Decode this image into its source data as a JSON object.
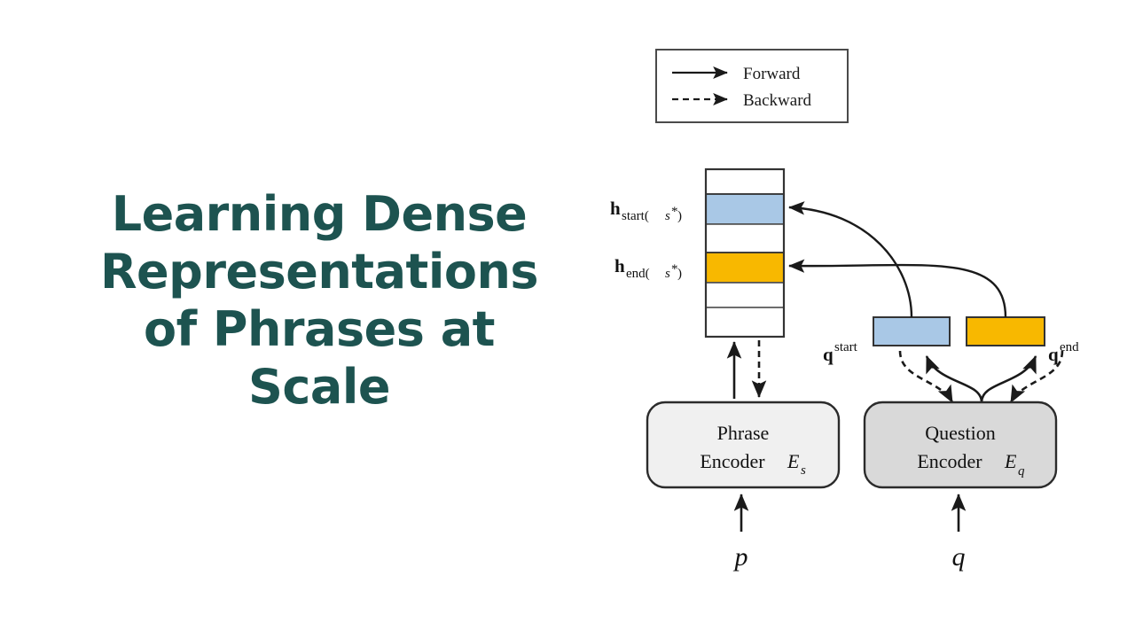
{
  "slide": {
    "title": "Learning Dense\nRepresentations\nof Phrases at\nScale",
    "title_color": "#1d5350",
    "background_color": "#ffffff"
  },
  "figure": {
    "legend": {
      "items": [
        {
          "label": "Forward",
          "style": "solid",
          "icon": "arrow-right-icon"
        },
        {
          "label": "Backward",
          "style": "dashed",
          "icon": "arrow-right-dashed-icon"
        }
      ]
    },
    "phrase_column": {
      "rows": [
        {
          "fill": "#ffffff",
          "label": ""
        },
        {
          "fill": "#a9c8e6",
          "label": "h_start"
        },
        {
          "fill": "#ffffff",
          "label": ""
        },
        {
          "fill": "#f8b800",
          "label": "h_end"
        },
        {
          "fill": "#ffffff",
          "label": ""
        },
        {
          "fill": "#ffffff",
          "label": ""
        }
      ],
      "labels": {
        "start_main": "h",
        "start_sub_pre": "start(",
        "start_sub_var": "s",
        "start_sub_star": "*",
        "start_sub_post": ")",
        "end_main": "h",
        "end_sub_pre": "end(",
        "end_sub_var": "s",
        "end_sub_star": "*",
        "end_sub_post": ")"
      }
    },
    "question_vectors": [
      {
        "name": "q_start",
        "main": "q",
        "sup": "start",
        "fill": "#a9c8e6"
      },
      {
        "name": "q_end",
        "main": "q",
        "sup": "end",
        "fill": "#f8b800"
      }
    ],
    "encoders": [
      {
        "name": "phrase-encoder",
        "line1": "Phrase",
        "line2": "Encoder",
        "symbol": "E",
        "symbol_sub": "s",
        "fill": "#f0f0f0",
        "input": "p"
      },
      {
        "name": "question-encoder",
        "line1": "Question",
        "line2": "Encoder",
        "symbol": "E",
        "symbol_sub": "q",
        "fill": "#d9d9d9",
        "input": "q"
      }
    ],
    "colors": {
      "start_blue": "#a9c8e6",
      "end_orange": "#f8b800",
      "stroke": "#1a1a1a",
      "box_border": "#555555"
    }
  }
}
